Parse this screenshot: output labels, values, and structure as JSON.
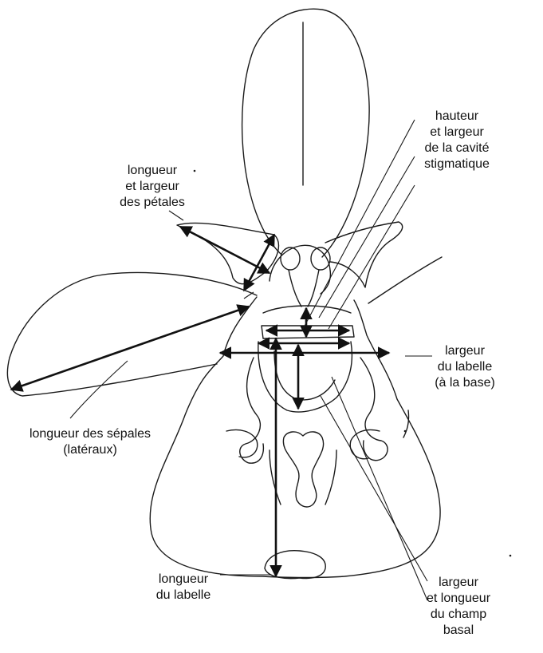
{
  "labels": {
    "cavite": [
      "hauteur",
      "et largeur",
      "de la cavité",
      "stigmatique"
    ],
    "petales": [
      "longueur",
      "et largeur",
      "des pétales"
    ],
    "labelle_base": [
      "largeur",
      "du labelle",
      "(à la base)"
    ],
    "sepales": [
      "longueur des sépales",
      "(latéraux)"
    ],
    "labelle_longueur": [
      "longueur",
      "du labelle"
    ],
    "champ_basal": [
      "largeur",
      "et longueur",
      "du champ",
      "basal"
    ]
  },
  "colors": {
    "ink": "#111111",
    "paper": "#ffffff"
  }
}
